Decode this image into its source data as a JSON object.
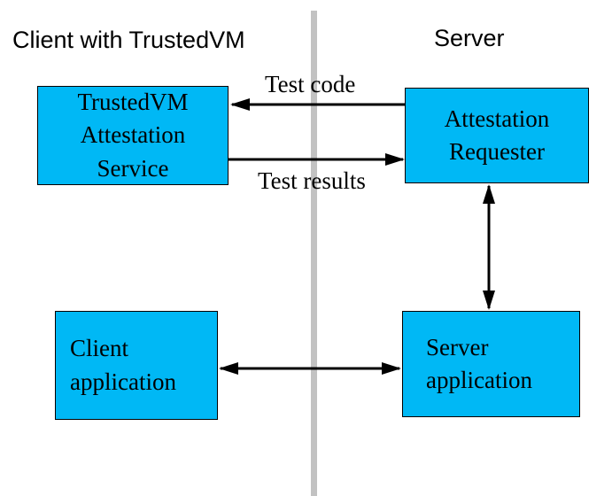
{
  "headers": {
    "client": "Client with TrustedVM",
    "server": "Server"
  },
  "boxes": {
    "attestation_service": [
      "TrustedVM",
      "Attestation",
      "Service"
    ],
    "attestation_requester": [
      "Attestation",
      "Requester"
    ],
    "client_application": [
      "Client",
      "application"
    ],
    "server_application": [
      "Server",
      "application"
    ]
  },
  "edges": {
    "test_code": "Test code",
    "test_results": "Test results"
  },
  "colors": {
    "box_fill": "#00b8f5",
    "divider": "#c2c2c2"
  }
}
